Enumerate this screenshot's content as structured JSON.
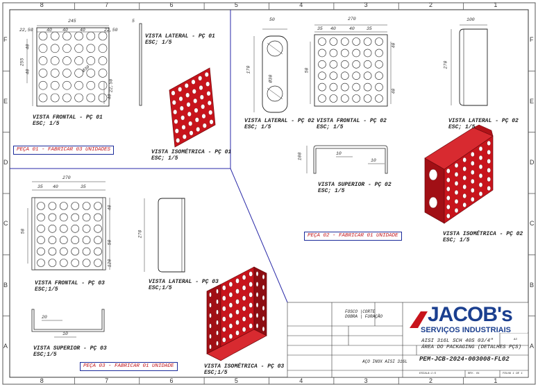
{
  "zones_top": [
    "8",
    "7",
    "6",
    "5",
    "4",
    "3",
    "2",
    "1"
  ],
  "zones_side": [
    "F",
    "E",
    "D",
    "C",
    "B",
    "A"
  ],
  "views": {
    "p1_frontal": "VISTA FRONTAL - PÇ 01",
    "p1_frontal_esc": "ESC; 1/5",
    "p1_lateral": "VISTA LATERAL - PÇ 01",
    "p1_lateral_esc": "ESC; 1/5",
    "p1_iso": "VISTA ISOMÉTRICA - PÇ 01",
    "p1_iso_esc": "ESC; 1/5",
    "p2_lateral_left": "VISTA LATERAL - PÇ 02",
    "p2_lateral_left_esc": "ESC; 1/5",
    "p2_frontal": "VISTA FRONTAL - PÇ 02",
    "p2_frontal_esc": "ESC; 1/5",
    "p2_lateral_right": "VISTA LATERAL - PÇ 02",
    "p2_lateral_right_esc": "ESC; 1/5",
    "p2_superior": "VISTA SUPERIOR - PÇ 02",
    "p2_superior_esc": "ESC; 1/5",
    "p2_iso": "VISTA ISOMÉTRICA - PÇ 02",
    "p2_iso_esc": "ESC; 1/5",
    "p3_frontal": "VISTA FRONTAL - PÇ 03",
    "p3_frontal_esc": "ESC;1/5",
    "p3_lateral": "VISTA LATERAL - PÇ 03",
    "p3_lateral_esc": "ESC;1/5",
    "p3_superior": "VISTA SUPERIOR - PÇ 03",
    "p3_superior_esc": "ESC;1/5",
    "p3_iso": "VISTA ISOMÉTRICA - PÇ 03",
    "p3_iso_esc": "ESC;1/5"
  },
  "notes": {
    "p1": "PEÇA 01 - FABRICAR 03 UNIDADES",
    "p2": "PEÇA 02 - FABRICAR 01 UNIDADE",
    "p3": "PEÇA 03 - FABRICAR 01 UNIDADE"
  },
  "dims": {
    "p1_w": "245",
    "p1_a": "22,50",
    "p1_b": "40",
    "p1_c": "40",
    "p1_d": "40",
    "p1_e": "22,50",
    "p1_h": "255",
    "p1_f": "40",
    "p1_g": "40",
    "p1_hole": "Ø30",
    "p1_i": "22,50",
    "p1_j": "40",
    "p1_t": "5",
    "p2_lat_w": "50",
    "p2_lat_h": "170",
    "p2_lat_hole": "Ø30",
    "p2_w": "270",
    "p2_a": "35",
    "p2_b": "40",
    "p2_c": "40",
    "p2_d": "35",
    "p2_e": "40",
    "p2_f": "50",
    "p2_g": "40",
    "p2_r_w": "100",
    "p2_r_h": "270",
    "p2_s_a": "100",
    "p2_s_b": "10",
    "p2_s_c": "10",
    "p3_w": "270",
    "p3_a": "35",
    "p3_b": "40",
    "p3_c": "35",
    "p3_d": "50",
    "p3_e": "40",
    "p3_f": "50",
    "p3_g": "120",
    "p3_l_h": "270",
    "p3_s_a": "20",
    "p3_s_b": "10"
  },
  "title_block": {
    "process": "FOSCO |CORTE\nDOBRA | FURAÇÃO",
    "client": "JACOB's",
    "tagline": "SERVIÇOS INDUSTRIAIS",
    "desc1": "AISI 316L SCH 40S 03/4\"",
    "desc2": "ÁREA DO PACKAGING (DETALHES PÇS)",
    "drawing_no": "PEM-JCB-2024-003008-FL02",
    "material": "AÇO INOX AISI 316L",
    "size": "A3",
    "sheet": "FOLHA 1 DE 1",
    "scale": "ESCALA:1:5",
    "rev": "REV. 01"
  },
  "colors": {
    "part": "#c8141c",
    "part_dark": "#8e0d12",
    "note_border": "#1a2a9a",
    "note_text": "#c0141b",
    "logo_blue": "#1b3f8f",
    "logo_red": "#d21a1f"
  }
}
